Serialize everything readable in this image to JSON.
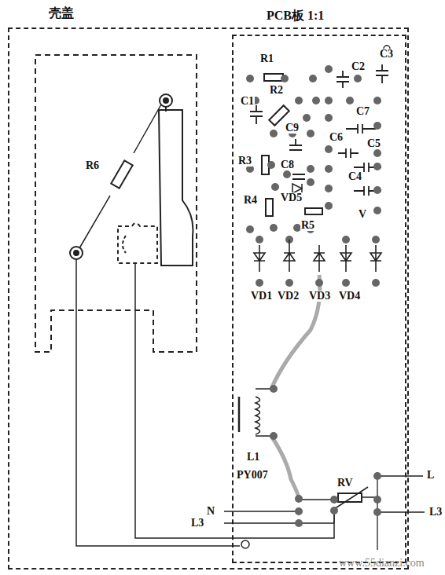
{
  "diagram": {
    "nodes": [
      {
        "text": [
          "壳盖"
        ]
      },
      {
        "text": [
          "PCB板 1:1"
        ],
        "in": 0
      }
    ],
    "labels": [
      "R1",
      "R2",
      "C3",
      "C2",
      "C1",
      "C7",
      "C9",
      "C6",
      "C5",
      "R3",
      "C8",
      "VD5",
      "R4",
      "R5",
      "C4",
      "V",
      "VD1",
      "VD2",
      "VD3",
      "VD4",
      "L1",
      "PY007",
      "RV",
      "L",
      "N",
      "L3",
      "L3",
      "R6",
      "www.55dianzi.com"
    ]
  }
}
